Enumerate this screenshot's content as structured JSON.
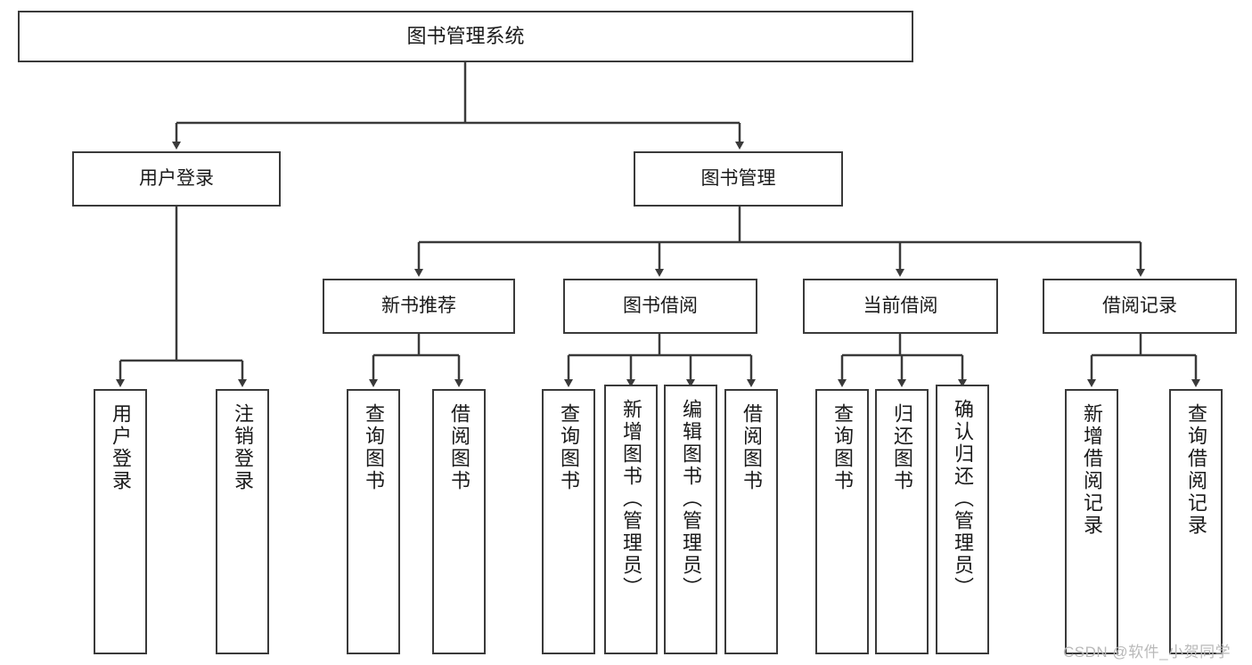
{
  "diagram": {
    "type": "tree",
    "title": "图书管理系统",
    "theme": {
      "background": "#ffffff",
      "node_border": "#3a3a3a",
      "node_fill": "#ffffff",
      "edge_color": "#3a3a3a",
      "text_color": "#1a1a1a",
      "watermark_color": "#b9b9b9"
    },
    "nodes": {
      "root": {
        "label": "图书管理系统"
      },
      "level2": [
        {
          "label": "用户登录"
        },
        {
          "label": "图书管理"
        }
      ],
      "level3": [
        {
          "label": "新书推荐"
        },
        {
          "label": "图书借阅"
        },
        {
          "label": "当前借阅"
        },
        {
          "label": "借阅记录"
        }
      ],
      "leaves_user_login": [
        {
          "label": "用户登录"
        },
        {
          "label": "注销登录"
        }
      ],
      "leaves_new_book": [
        {
          "label": "查询图书"
        },
        {
          "label": "借阅图书"
        }
      ],
      "leaves_borrow": [
        {
          "label": "查询图书"
        },
        {
          "label": "新增图书（管理员）"
        },
        {
          "label": "编辑图书（管理员）"
        },
        {
          "label": "借阅图书"
        }
      ],
      "leaves_current": [
        {
          "label": "查询图书"
        },
        {
          "label": "归还图书"
        },
        {
          "label": "确认归还（管理员）"
        }
      ],
      "leaves_records": [
        {
          "label": "新增借阅记录"
        },
        {
          "label": "查询借阅记录"
        }
      ]
    },
    "watermark": "CSDN @软件_小贺同学"
  }
}
